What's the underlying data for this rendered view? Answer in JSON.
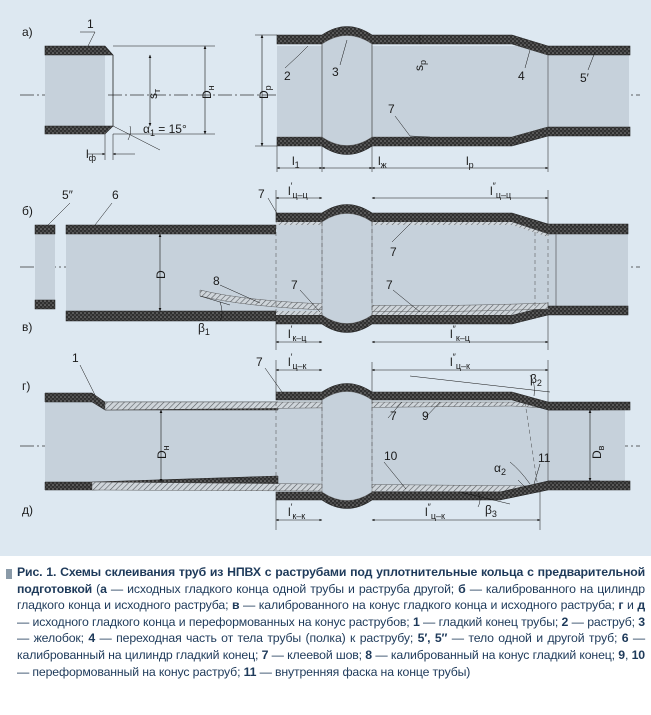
{
  "figure": {
    "rows": {
      "a": "а)",
      "b": "б)",
      "v": "в)",
      "g": "г)",
      "d": "д)"
    },
    "labels": {
      "n1": "1",
      "n2": "2",
      "n3": "3",
      "n4": "4",
      "n5p": "5′",
      "n5pp": "5″",
      "n6": "6",
      "n7": "7",
      "n8": "8",
      "n9": "9",
      "n10": "10",
      "n11": "11"
    },
    "dims": {
      "s": "s",
      "sT": "т",
      "sP": "р",
      "D": "D",
      "DH": "н",
      "DP": "р",
      "DB": "в",
      "alpha1": "α",
      "alpha1_sub": "1",
      "alpha1_val": " = 15°",
      "alpha2": "α",
      "alpha2_sub": "2",
      "beta": "β",
      "beta1_sub": "1",
      "beta2_sub": "2",
      "beta3_sub": "3",
      "l": "l",
      "l_phi": "ф",
      "l_1": "1",
      "l_zh": "ж",
      "l_r": "р",
      "l_cc": "ц–ц",
      "l_kc": "к–ц",
      "l_ck": "ц–к",
      "l_kk": "к–к"
    }
  },
  "caption": {
    "title": "Рис. 1. Схемы склеивания труб из НПВХ с раструбами под уплотнительные кольца с предварительной подготовкой",
    "p1": " (",
    "a": "а",
    "t_a": " — исходных гладкого конца одной трубы и раструба другой; ",
    "b": "б",
    "t_b": " — калиброванного на цилиндр гладкого конца и исходного раструба; ",
    "v": "в",
    "t_v": " — калиброванного на конус гладкого конца и исходного раструба; ",
    "gd": "г",
    "and": " и ",
    "d": "д",
    "t_gd": " — исходного гладкого конца и переформованных на конус раструбов; ",
    "n1": "1",
    "t1": " — гладкий конец трубы; ",
    "n2": "2",
    "t2": " — раструб; ",
    "n3": "3",
    "t3": " — желобок; ",
    "n4": "4",
    "t4": " — переходная часть от тела трубы (полка) к раструбу; ",
    "n5": "5′, 5″",
    "t5": " — тело одной и другой труб; ",
    "n6": "6",
    "t6": " — калиброванный на цилиндр гладкий конец; ",
    "n7": "7",
    "t7": " — клеевой шов; ",
    "n8": "8",
    "t8": " — калиброванный на конус гладкий конец; ",
    "n9": "9",
    "comma": ", ",
    "n10": "10",
    "t9_10": " — переформованный на конус раструб; ",
    "n11": "11",
    "t11": " — внутренняя фаска на конце трубы)"
  }
}
